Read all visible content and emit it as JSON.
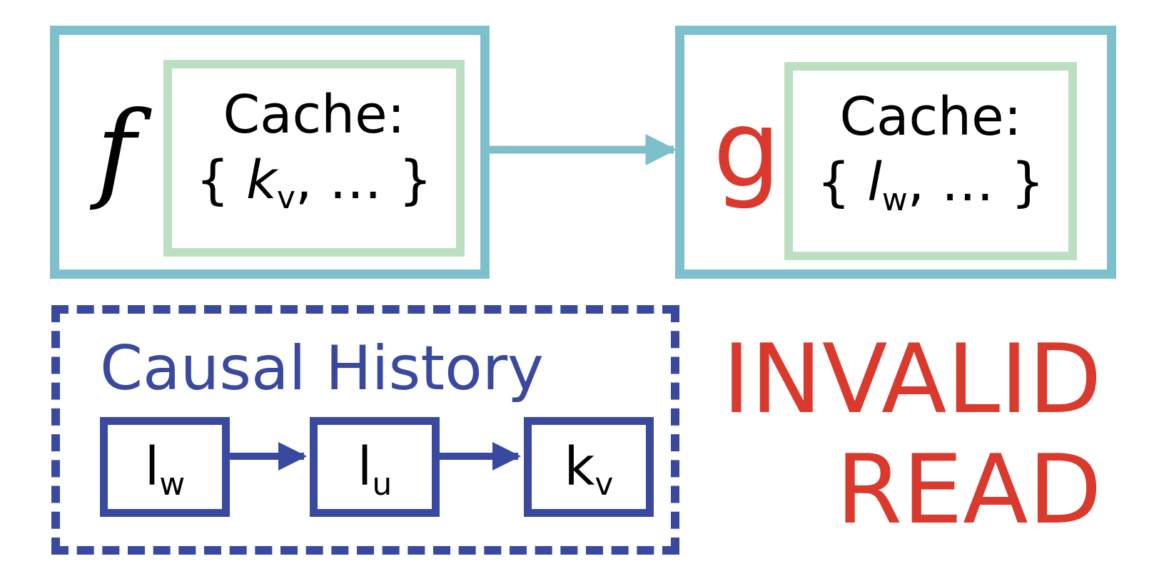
{
  "colors": {
    "function_border": "#7ebfcc",
    "cache_border": "#bcdfc1",
    "history_blue": "#3a49a0",
    "invalid_red": "#d93a2d",
    "text": "#000000"
  },
  "function_f": {
    "name": "f",
    "cache_label": "Cache:",
    "cache_open": "{",
    "cache_key": "k",
    "cache_key_sub": "v",
    "cache_rest": ", … }"
  },
  "function_g": {
    "name": "g",
    "cache_label": "Cache:",
    "cache_open": "{",
    "cache_key": "l",
    "cache_key_sub": "w",
    "cache_rest": ", … }"
  },
  "causal_history": {
    "title": "Causal History",
    "events": [
      {
        "base": "l",
        "sub": "w"
      },
      {
        "base": "l",
        "sub": "u"
      },
      {
        "base": "k",
        "sub": "v"
      }
    ]
  },
  "status": {
    "line1": "INVALID",
    "line2": "READ"
  }
}
